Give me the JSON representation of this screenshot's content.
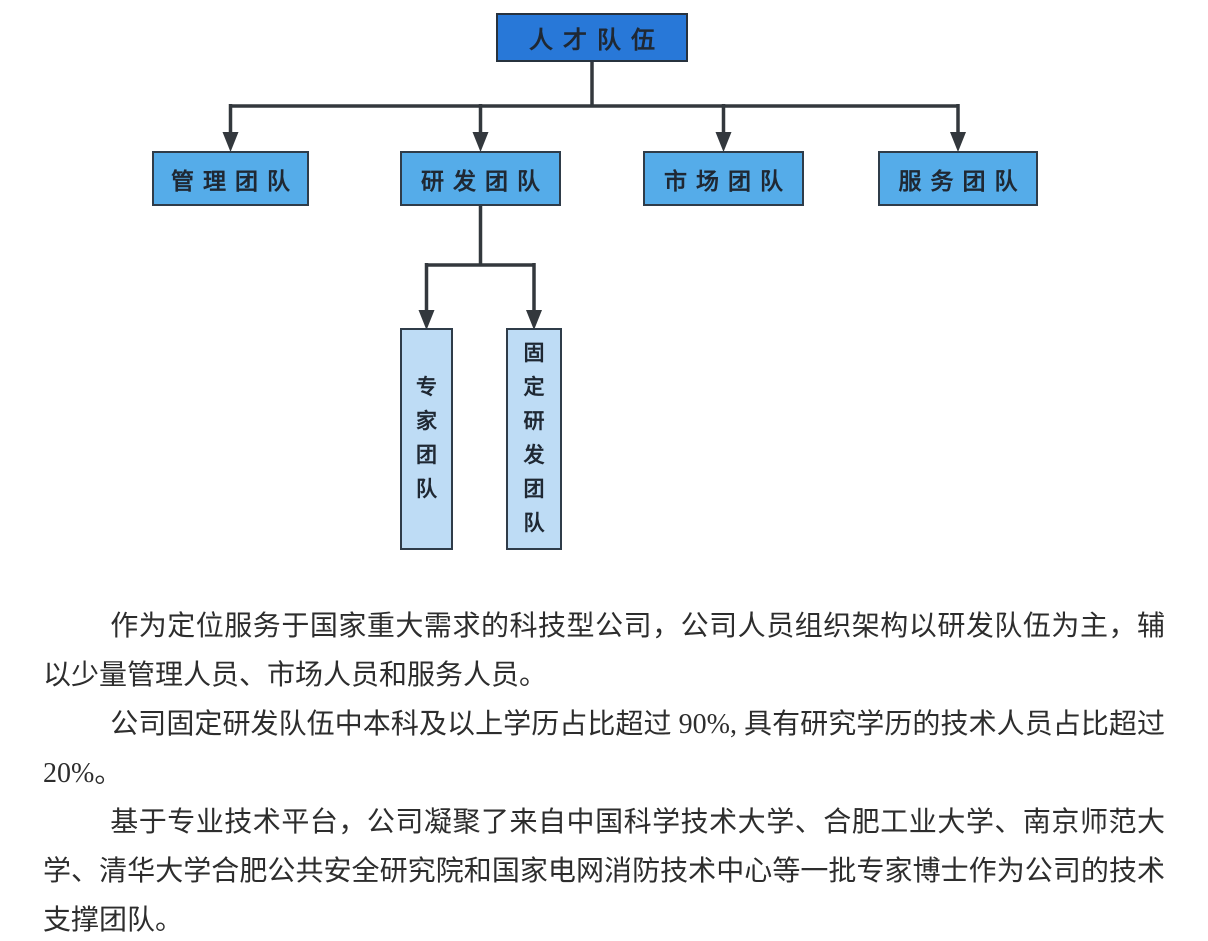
{
  "page": {
    "background_color": "#ffffff",
    "text_color": "#2d2d2d"
  },
  "org_chart": {
    "root": {
      "label": "人才队伍",
      "fill": "#2878d8"
    },
    "teams": [
      {
        "label": "管理团队"
      },
      {
        "label": "研发团队"
      },
      {
        "label": "市场团队"
      },
      {
        "label": "服务团队"
      }
    ],
    "team_fill": "#55ace9",
    "rnd_children": [
      {
        "label": "专家团队"
      },
      {
        "label": "固定研发团队"
      }
    ],
    "sub_fill": "#bedcf5",
    "line_color": "#33383d",
    "border_color": "#2f3c49",
    "box_text_color": "#1f2833"
  },
  "paragraphs": [
    "作为定位服务于国家重大需求的科技型公司，公司人员组织架构以研发队伍为主，辅以少量管理人员、市场人员和服务人员。",
    "公司固定研发队伍中本科及以上学历占比超过 90%, 具有研究学历的技术人员占比超过 20%。",
    "基于专业技术平台，公司凝聚了来自中国科学技术大学、合肥工业大学、南京师范大学、清华大学合肥公共安全研究院和国家电网消防技术中心等一批专家博士作为公司的技术支撑团队。"
  ]
}
